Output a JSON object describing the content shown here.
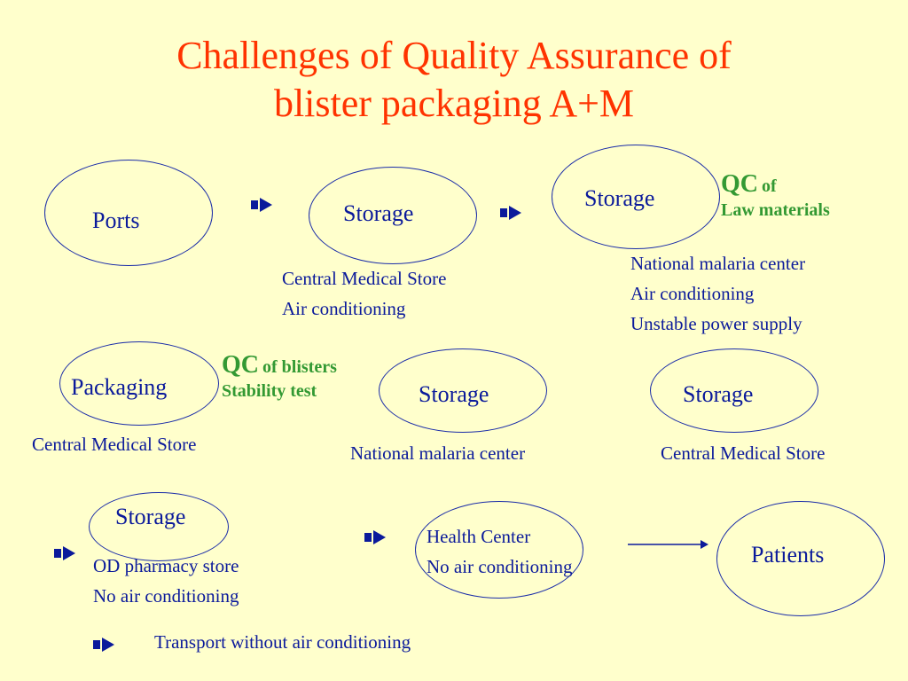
{
  "title": {
    "line1": "Challenges of Quality Assurance of",
    "line2": "blister packaging A+M"
  },
  "nodes": {
    "ports": "Ports",
    "storage1": "Storage",
    "storage2": "Storage",
    "packaging": "Packaging",
    "storage3": "Storage",
    "storage4": "Storage",
    "storage5": "Storage",
    "health": {
      "line1": "Health Center",
      "line2": "No air conditioning"
    },
    "patients": "Patients"
  },
  "notes": {
    "storage1": {
      "line1": "Central Medical Store",
      "line2": "Air conditioning"
    },
    "storage2": {
      "line1": "National malaria center",
      "line2": "Air conditioning",
      "line3": "Unstable power supply"
    },
    "packaging": "Central Medical Store",
    "storage3": "National malaria center",
    "storage4": "Central Medical Store",
    "storage5": {
      "line1": "OD pharmacy store",
      "line2": "No air conditioning"
    }
  },
  "qc": {
    "law": {
      "qc": "QC",
      "of": "of",
      "line2": "Law materials"
    },
    "blisters": {
      "qc": "QC",
      "of": "of blisters",
      "line2": "Stability test"
    }
  },
  "legend": {
    "label": "Transport without air conditioning"
  },
  "colors": {
    "background": "#FFFFCC",
    "title": "#FF3300",
    "text": "#0B1A9B",
    "qc": "#339933",
    "outline": "#1A2CA8"
  }
}
